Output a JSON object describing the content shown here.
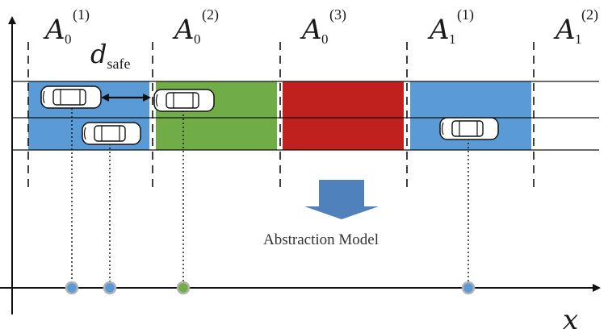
{
  "figure": {
    "cells": [
      {
        "base": "A",
        "sub": "0",
        "sup": "(1)",
        "color": "#5B9BD5"
      },
      {
        "base": "A",
        "sub": "0",
        "sup": "(2)",
        "color": "#70AD47"
      },
      {
        "base": "A",
        "sub": "0",
        "sup": "(3)",
        "color": "#C0201E"
      },
      {
        "base": "A",
        "sub": "1",
        "sup": "(1)",
        "color": "#5B9BD5"
      },
      {
        "base": "A",
        "sub": "1",
        "sup": "(2)",
        "color": null
      }
    ],
    "safe_distance": {
      "symbol": "d",
      "subscript": "safe"
    },
    "arrow_caption": "Abstraction Model",
    "arrow_color": "#4F81BD",
    "x_axis_label": "x",
    "dot_colors": [
      "#5B9BD5",
      "#5B9BD5",
      "#70AD47",
      "#5B9BD5"
    ]
  }
}
